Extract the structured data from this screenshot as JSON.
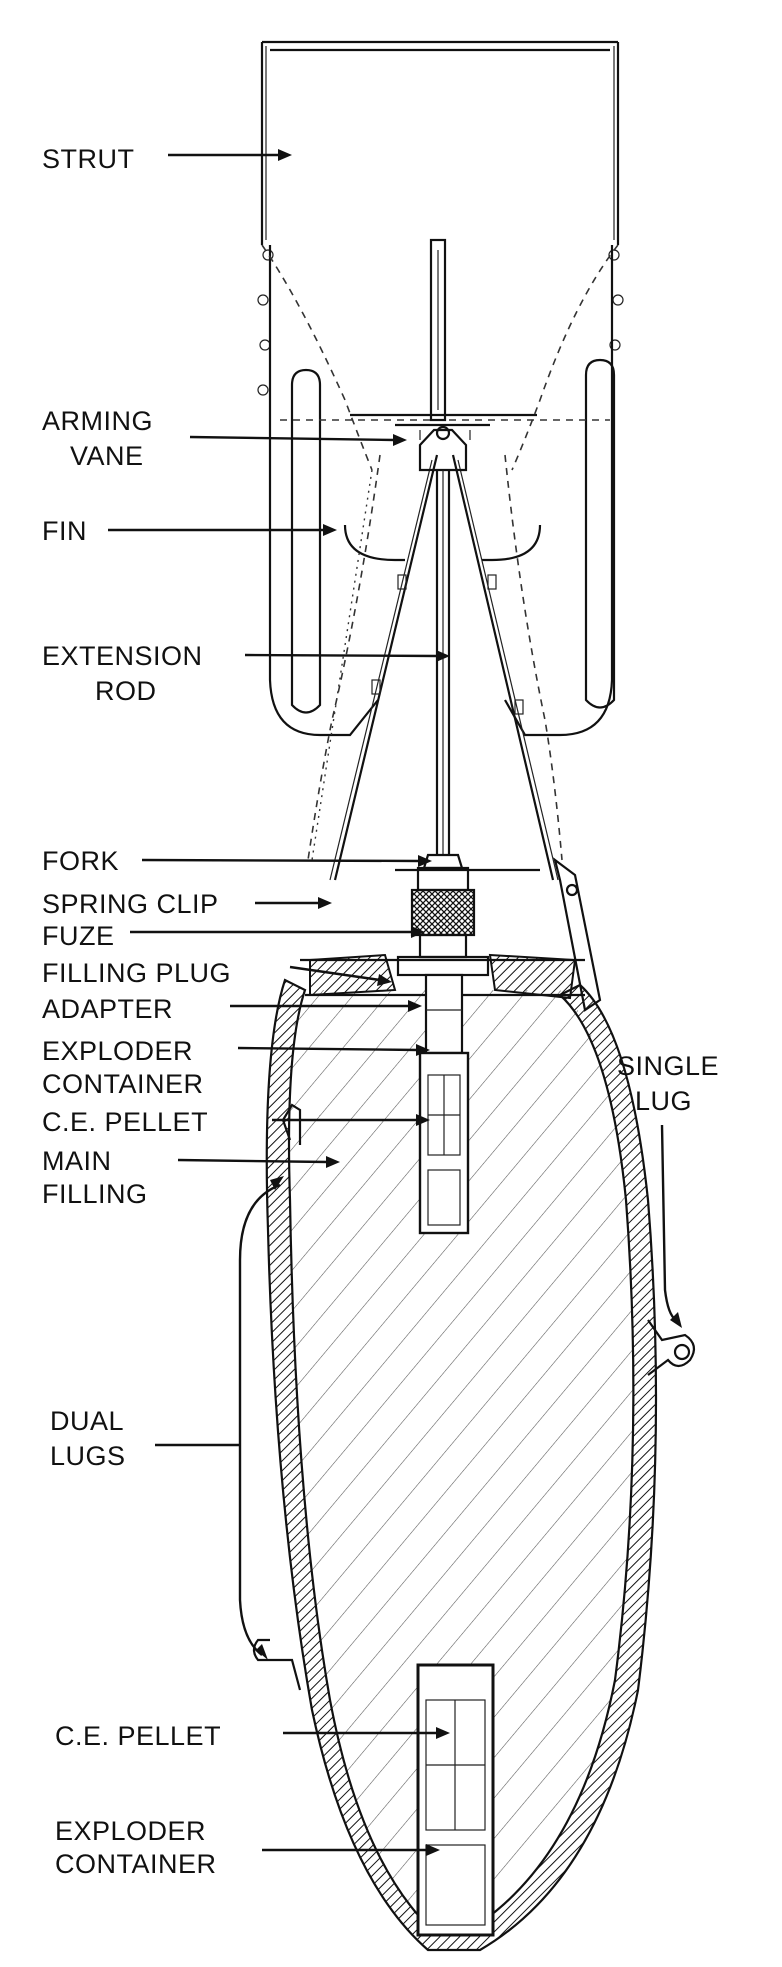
{
  "labels": {
    "strut": "STRUT",
    "arming_vane": [
      "ARMING",
      "VANE"
    ],
    "fin": "FIN",
    "extension_rod": [
      "EXTENSION",
      "ROD"
    ],
    "fork": "FORK",
    "spring_clip": "SPRING CLIP",
    "fuze": "FUZE",
    "filling_plug": "FILLING PLUG",
    "adapter": "ADAPTER",
    "exploder_container_upper": [
      "EXPLODER",
      "CONTAINER"
    ],
    "ce_pellet_upper": "C.E. PELLET",
    "main_filling": [
      "MAIN",
      "FILLING"
    ],
    "single_lug": [
      "SINGLE",
      "LUG"
    ],
    "dual_lugs": [
      "DUAL",
      "LUGS"
    ],
    "ce_pellet_lower": "C.E. PELLET",
    "exploder_container_lower": [
      "EXPLODER",
      "CONTAINER"
    ]
  }
}
